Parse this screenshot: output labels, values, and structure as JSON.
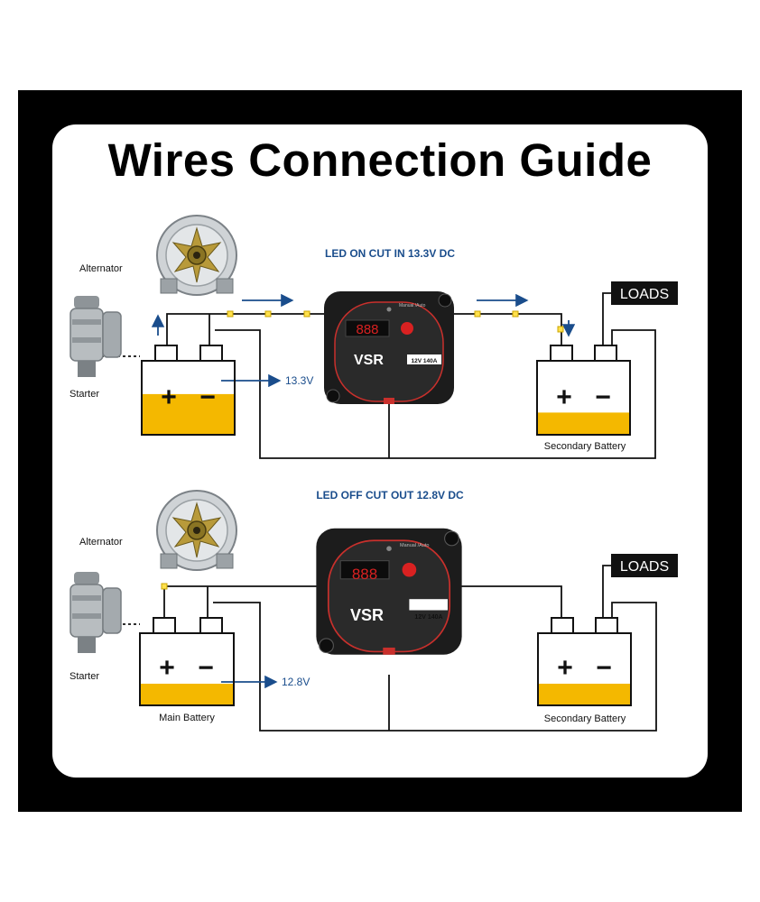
{
  "title": "Wires Connection Guide",
  "colors": {
    "wire": "#111111",
    "flow": "#1a4d8c",
    "fill": "#f4b800",
    "node": "#ffe14d",
    "accent": "#d92121"
  },
  "top_panel": {
    "caption": "LED ON CUT IN 13.3V DC",
    "alternator_label": "Alternator",
    "starter_label": "Starter",
    "main_battery": {
      "plus": "+",
      "minus": "−",
      "level": 0.55,
      "voltage": "13.3V"
    },
    "secondary_battery": {
      "label": "Secondary Battery",
      "plus": "+",
      "minus": "−",
      "level": 0.3
    },
    "loads_label": "LOADS",
    "vsr": {
      "brand": "VSR",
      "rating": "12V 140A",
      "mode": "Manual /Auto",
      "display": "888"
    }
  },
  "bottom_panel": {
    "caption": "LED OFF CUT OUT 12.8V DC",
    "alternator_label": "Alternator",
    "starter_label": "Starter",
    "main_battery": {
      "label": "Main Battery",
      "plus": "+",
      "minus": "−",
      "level": 0.3,
      "voltage": "12.8V"
    },
    "secondary_battery": {
      "label": "Secondary Battery",
      "plus": "+",
      "minus": "−",
      "level": 0.3
    },
    "loads_label": "LOADS",
    "vsr": {
      "brand": "VSR",
      "rating": "12V 140A",
      "mode": "Manual /Auto",
      "display": "888"
    }
  }
}
